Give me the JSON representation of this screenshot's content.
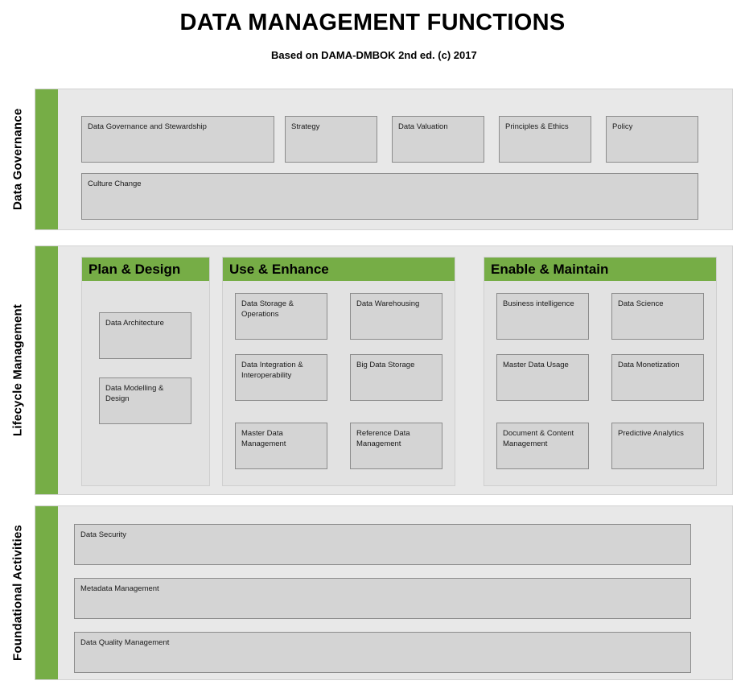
{
  "header": {
    "title": "DATA MANAGEMENT FUNCTIONS",
    "subtitle": "Based on DAMA-DMBOK 2nd ed. (c) 2017"
  },
  "colors": {
    "accent_green": "#76ad46",
    "panel_bg": "#e8e8e8",
    "box_bg": "#d4d4d4",
    "box_border": "#8c8c8c",
    "column_bg": "#e2e2e2"
  },
  "sections": [
    {
      "id": "data-governance",
      "label": "Data Governance",
      "rows": [
        {
          "boxes": [
            {
              "label": "Data Governance and Stewardship"
            },
            {
              "label": "Strategy"
            },
            {
              "label": "Data Valuation"
            },
            {
              "label": "Principles & Ethics"
            },
            {
              "label": "Policy"
            }
          ]
        },
        {
          "boxes": [
            {
              "label": "Culture Change"
            }
          ]
        }
      ]
    },
    {
      "id": "lifecycle-management",
      "label": "Lifecycle Management",
      "columns": [
        {
          "id": "plan-and-design",
          "title": "Plan & Design",
          "boxes": [
            {
              "label": "Data Architecture"
            },
            {
              "label": "Data Modelling & Design"
            }
          ]
        },
        {
          "id": "use-and-enhance",
          "title": "Use & Enhance",
          "boxes": [
            {
              "label": "Data Storage & Operations"
            },
            {
              "label": "Data Warehousing"
            },
            {
              "label": "Data Integration & Interoperability"
            },
            {
              "label": "Big Data Storage"
            },
            {
              "label": "Master Data Management"
            },
            {
              "label": "Reference Data Management"
            }
          ]
        },
        {
          "id": "enable-and-maintain",
          "title": "Enable & Maintain",
          "boxes": [
            {
              "label": "Business intelligence"
            },
            {
              "label": "Data Science"
            },
            {
              "label": "Master Data Usage"
            },
            {
              "label": "Data Monetization"
            },
            {
              "label": "Document & Content Management"
            },
            {
              "label": "Predictive Analytics"
            }
          ]
        }
      ]
    },
    {
      "id": "foundational-activities",
      "label": "Foundational Activities",
      "bars": [
        {
          "label": "Data Security"
        },
        {
          "label": "Metadata Management"
        },
        {
          "label": "Data Quality Management"
        }
      ]
    }
  ]
}
